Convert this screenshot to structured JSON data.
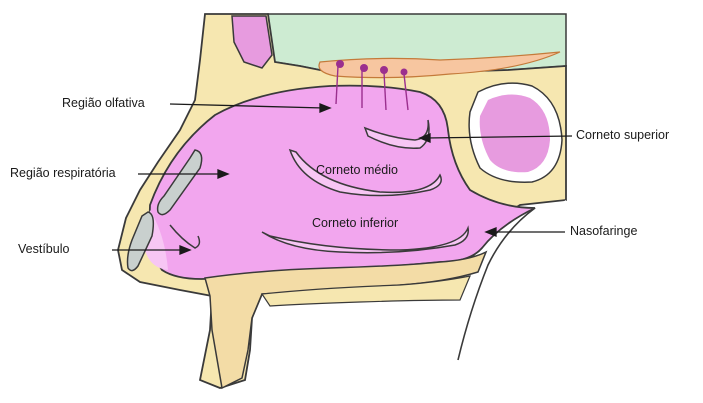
{
  "labels": {
    "regiao_olfativa": "Região olfativa",
    "regiao_respiratoria": "Região respiratória",
    "vestibulo": "Vestíbulo",
    "corneto_superior": "Corneto superior",
    "corneto_medio": "Corneto médio",
    "corneto_inferior": "Corneto inferior",
    "nasofaringe": "Nasofaringe"
  },
  "colors": {
    "bone_cream": "#f6e7b0",
    "tan": "#f3dca6",
    "mucosa_pink": "#f2a6ee",
    "mucosa_light": "#f7c6f4",
    "brain_green": "#cdebd2",
    "cartilage_gray": "#c9d0ce",
    "sinus_pink": "#e79bdf",
    "outline": "#3a3a3a",
    "nerve_purple": "#9b2f8e"
  }
}
